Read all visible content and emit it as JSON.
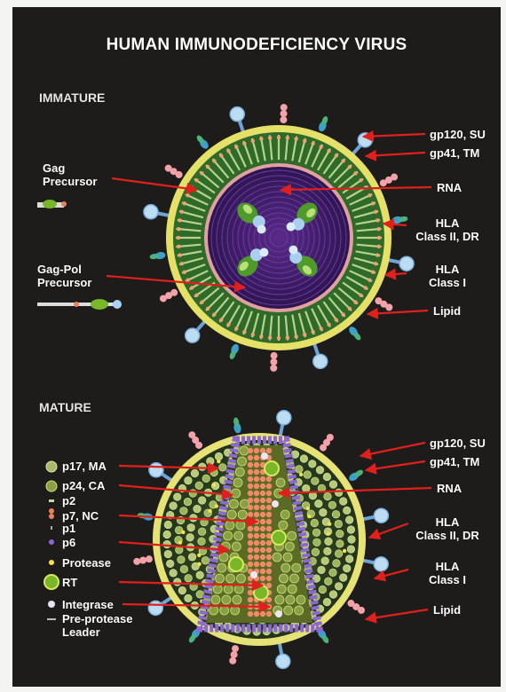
{
  "title": "HUMAN IMMUNODEFICIENCY VIRUS",
  "sections": {
    "immature": "IMMATURE",
    "mature": "MATURE"
  },
  "immature": {
    "gag_1": "Gag",
    "gag_2": "Precursor",
    "gagpol_1": "Gag-Pol",
    "gagpol_2": "Precursor",
    "gp120": "gp120, SU",
    "gp41": "gp41, TM",
    "rna": "RNA",
    "hla2_1": "HLA",
    "hla2_2": "Class II, DR",
    "hla1_1": "HLA",
    "hla1_2": "Class I",
    "lipid": "Lipid"
  },
  "legend": {
    "p17": "p17, MA",
    "p24": "p24, CA",
    "p2": "p2",
    "p7": "p7, NC",
    "p1": "p1",
    "p6": "p6",
    "protease": "Protease",
    "rt": "RT",
    "integrase": "Integrase",
    "leader_1": "Pre-protease",
    "leader_2": "Leader"
  },
  "mature": {
    "gp120": "gp120, SU",
    "gp41": "gp41, TM",
    "rna": "RNA",
    "hla2_1": "HLA",
    "hla2_2": "Class II, DR",
    "hla1_1": "HLA",
    "hla1_2": "Class I",
    "lipid": "Lipid"
  },
  "colors": {
    "background": "#1d1c1a",
    "label_text": "#ffffff",
    "arrow": "#e0201c",
    "lipid": "#e5e067",
    "rna_core": "#4a2378",
    "gag_shell": "#2f6a2a",
    "capsid": "#8d67d2",
    "nucleocapsid": "#f08060"
  }
}
